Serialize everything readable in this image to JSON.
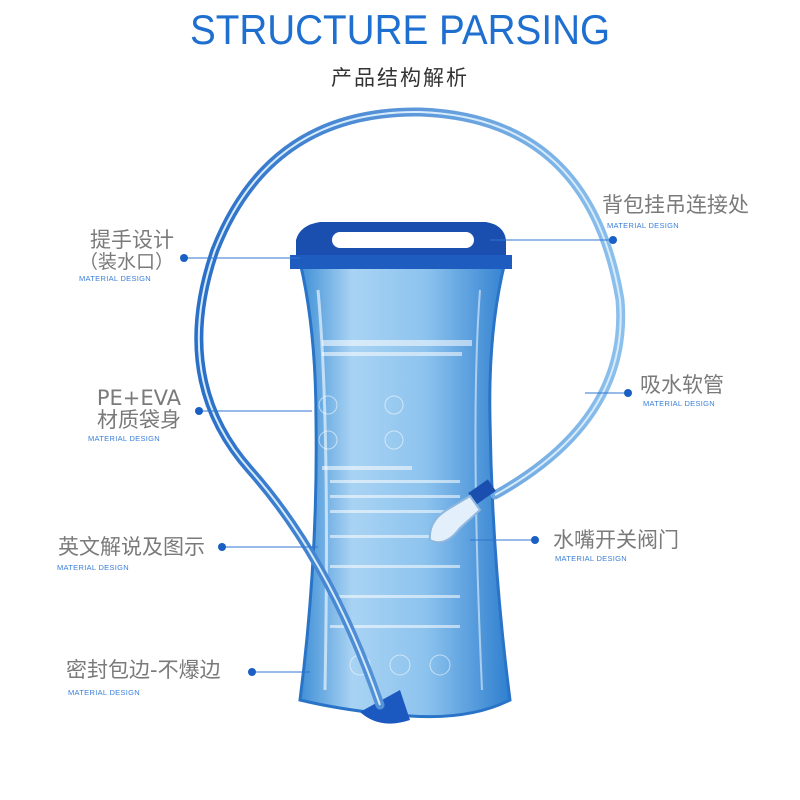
{
  "header": {
    "title": "STRUCTURE PARSING",
    "subtitle": "产品结构解析"
  },
  "callouts": [
    {
      "lines": [
        "提手设计",
        "（装水口）"
      ],
      "sub": "MATERIAL DESIGN"
    },
    {
      "lines": [
        "背包挂吊连接处"
      ],
      "sub": "MATERIAL DESIGN"
    },
    {
      "lines": [
        "PE+EVA",
        "材质袋身"
      ],
      "sub": "MATERIAL DESIGN"
    },
    {
      "lines": [
        "吸水软管"
      ],
      "sub": "MATERIAL DESIGN"
    },
    {
      "lines": [
        "英文解说及图示"
      ],
      "sub": "MATERIAL DESIGN"
    },
    {
      "lines": [
        "水嘴开关阀门"
      ],
      "sub": "MATERIAL DESIGN"
    },
    {
      "lines": [
        "密封包边-不爆边"
      ],
      "sub": "MATERIAL DESIGN"
    }
  ],
  "colors": {
    "accent": "#1f6fd0",
    "label": "#7a7a7a",
    "dot": "#1a5fc4"
  }
}
